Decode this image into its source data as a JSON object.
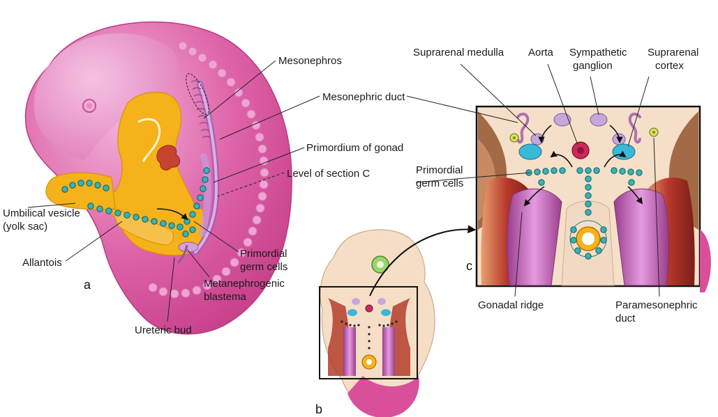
{
  "panels": {
    "a": "a",
    "b": "b",
    "c": "c"
  },
  "labels": {
    "mesonephros": "Mesonephros",
    "mesonephric_duct": "Mesonephric duct",
    "primordium_of_gonad": "Primordium of gonad",
    "level_of_section": "Level of section C",
    "umbilical_vesicle_1": "Umbilical vesicle",
    "umbilical_vesicle_2": "(yolk sac)",
    "allantois": "Allantois",
    "primordial_germ_cells_a_1": "Primordial",
    "primordial_germ_cells_a_2": "germ cells",
    "metanephrogenic_1": "Metanephrogenic",
    "metanephrogenic_2": "blastema",
    "ureteric_bud": "Ureteric bud",
    "suprarenal_medulla": "Suprarenal medulla",
    "aorta": "Aorta",
    "sympathetic_ganglion_1": "Sympathetic",
    "sympathetic_ganglion_2": "ganglion",
    "suprarenal_cortex_1": "Suprarenal",
    "suprarenal_cortex_2": "cortex",
    "primordial_germ_cells_c_1": "Primordial",
    "primordial_germ_cells_c_2": "germ cells",
    "gonadal_ridge": "Gonadal ridge",
    "paramesonephric_1": "Paramesonephric",
    "paramesonephric_2": "duct"
  },
  "colors": {
    "embryo_pink": "#d9509a",
    "embryo_light": "#e98cc4",
    "somite": "#f2a9d6",
    "yolk": "#f5b21b",
    "germ_cell": "#2fa5a8",
    "mesoderm_bg": "#f6dfc8",
    "muscle_red": "#b43a2a",
    "tube_purple": "#c565b8",
    "aorta_red": "#cc2a55",
    "cortex_cyan": "#3ab8d8",
    "ganglion_lilac": "#c6a7dc"
  }
}
